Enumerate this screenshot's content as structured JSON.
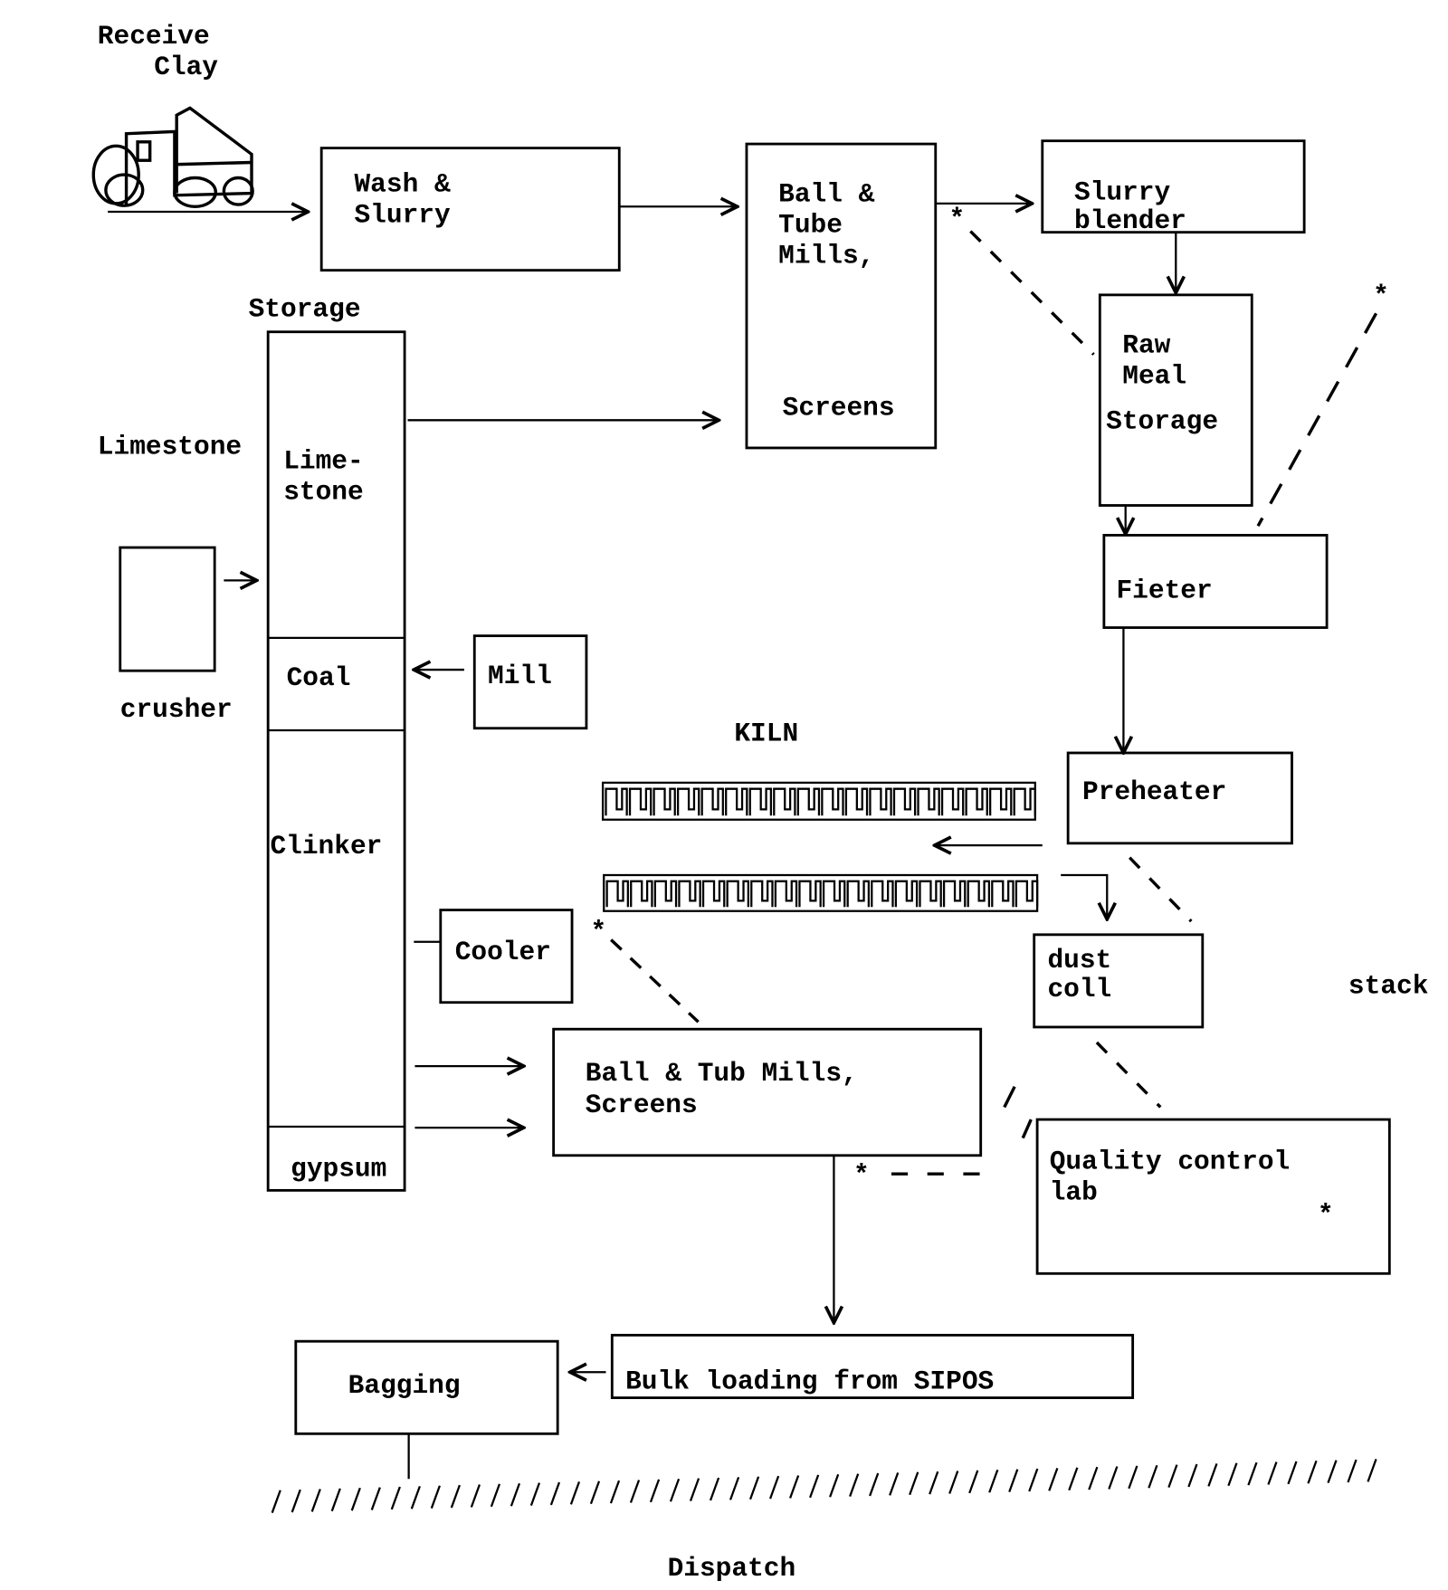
{
  "labels": {
    "receive": "Receive",
    "clay": "Clay",
    "wash_line1": "Wash &",
    "wash_line2": "Slurry",
    "mills1_line1": "Ball &",
    "mills1_line2": "Tube",
    "mills1_line3": "Mills,",
    "mills1_line4": "Screens",
    "slurry_line1": "Slurry",
    "slurry_line2": "blender",
    "raw_line1": "Raw",
    "raw_line2": "Meal",
    "raw_line3": "Storage",
    "fieter": "Fieter",
    "preheater": "Preheater",
    "kiln": "KILN",
    "dust_line1": "dust",
    "dust_line2": "coll",
    "stack": "stack",
    "qc_line1": "Quality control",
    "qc_line2": "lab",
    "storage": "Storage",
    "limestone": "Limestone",
    "store_limestone_1": "Lime-",
    "store_limestone_2": "stone",
    "store_coal": "Coal",
    "store_clinker": "Clinker",
    "store_gypsum": "gypsum",
    "crusher": "crusher",
    "mill": "Mill",
    "cooler": "Cooler",
    "mills2_line1": "Ball & Tub Mills,",
    "mills2_line2": "Screens",
    "bulk": "Bulk loading from SIPOS",
    "bagging": "Bagging",
    "dispatch": "Dispatch",
    "asterisk": "*"
  },
  "icons": [
    "dump-truck-icon",
    "kiln-coil-icon"
  ]
}
